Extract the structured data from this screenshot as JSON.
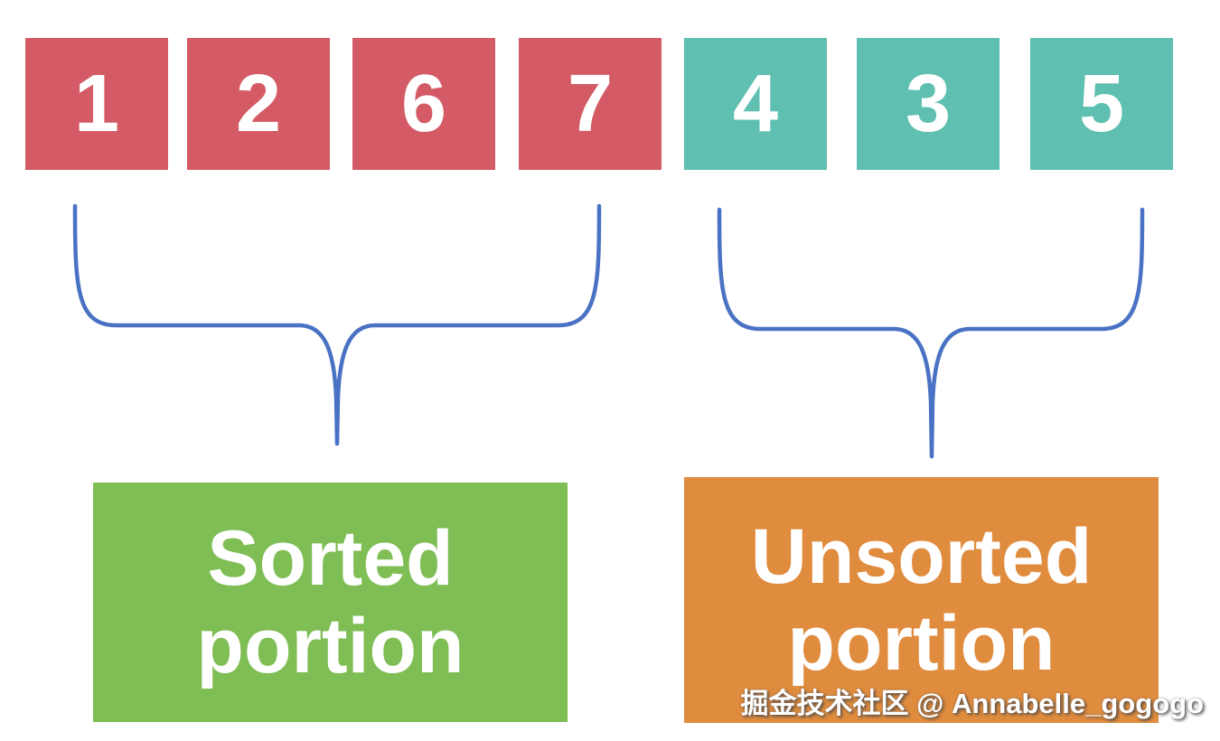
{
  "diagram": {
    "title_semantic": "sorted vs unsorted portion of array",
    "background": "#ffffff"
  },
  "array": {
    "cells": [
      {
        "value": "1",
        "group": "sorted"
      },
      {
        "value": "2",
        "group": "sorted"
      },
      {
        "value": "6",
        "group": "sorted"
      },
      {
        "value": "7",
        "group": "sorted"
      },
      {
        "value": "4",
        "group": "unsorted"
      },
      {
        "value": "3",
        "group": "unsorted"
      },
      {
        "value": "5",
        "group": "unsorted"
      }
    ],
    "colors": {
      "sorted": "#d45a66",
      "unsorted": "#5fbfb0",
      "number": "#ffffff"
    }
  },
  "braces": {
    "color": "#4a72c4"
  },
  "labels": {
    "sorted": {
      "line1": "Sorted",
      "line2": "portion",
      "bg": "#7fbd55",
      "fg": "#ffffff"
    },
    "unsorted": {
      "line1": "Unsorted",
      "line2": "portion",
      "bg": "#e08c3e",
      "fg": "#ffffff"
    }
  },
  "watermark": {
    "text": "掘金技术社区 @ Annabelle_gogogo",
    "color": "#ffffff"
  }
}
